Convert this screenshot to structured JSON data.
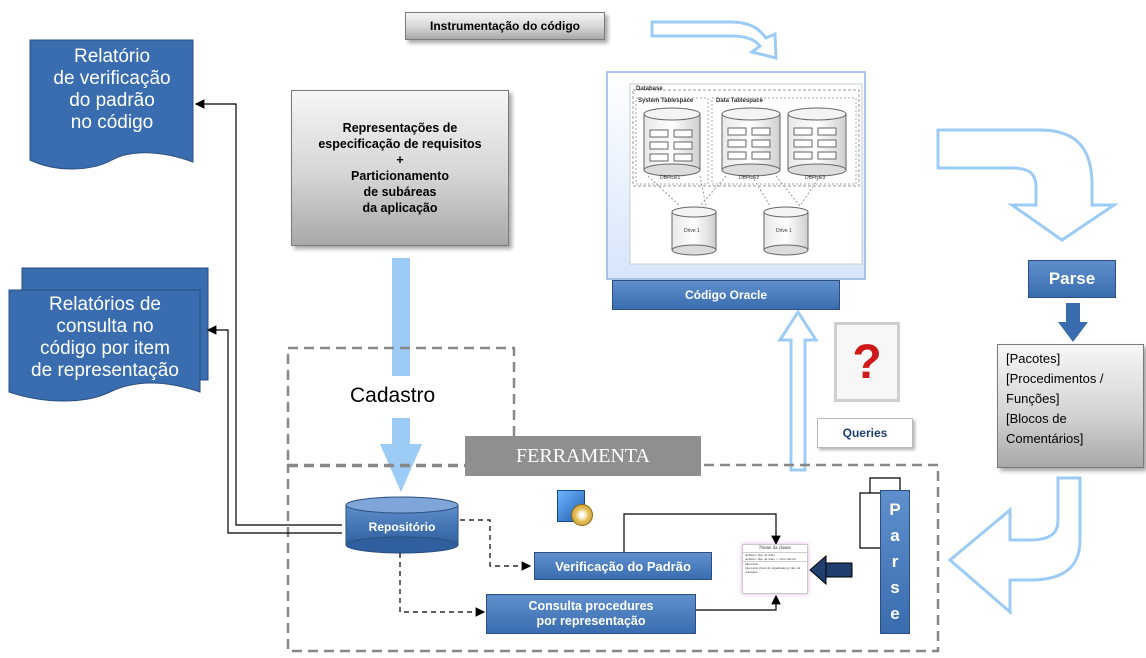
{
  "instrumentation": "Instrumentação do código",
  "requirements_box": {
    "line1": "Representações de",
    "line2": "especificação de requisitos",
    "plus": "+",
    "line3": "Particionamento",
    "line4": "de subáreas",
    "line5": "da aplicação"
  },
  "report_verification": [
    "Relatório",
    "de verificação",
    "do padrão",
    "no código"
  ],
  "report_query": [
    "Relatórios de",
    "consulta no",
    "código por item",
    "de representação"
  ],
  "oracle": {
    "label": "Código Oracle",
    "db_title": "Database",
    "system_tablespace": "System Tablespace",
    "data_tablespace": "Data Tablespace",
    "dbfile1": "DBFILE1",
    "dbfile2": "DBFILE2",
    "dbfile3": "DBFILE3",
    "drive1": "Drive 1",
    "drive2": "Drive 1"
  },
  "parse_label": "Parse",
  "parse_list": [
    "[Pacotes]",
    "[Procedimentos /",
    "Funções]",
    "[Blocos de",
    "Comentários]"
  ],
  "queries": "Queries",
  "cadastro": "Cadastro",
  "ferramenta": "FERRAMENTA",
  "repositorio": "Repositório",
  "verificacao": "Verificação do Padrão",
  "consulta": [
    "Consulta procedures",
    "por representação"
  ],
  "parse_vertical": [
    "P",
    "a",
    "r",
    "s",
    "e"
  ],
  "class_card": {
    "title": "Nome da classe",
    "lines": [
      "atributo: tipo de dado",
      "atributo: tipo de dado = valor inicial",
      "Operação",
      "Operação (lista de argumentos): tipo de resultado"
    ]
  },
  "colors": {
    "blue": "#3a6db0",
    "light_blue_arrow": "#9ccbf5",
    "dashed": "#888888"
  }
}
